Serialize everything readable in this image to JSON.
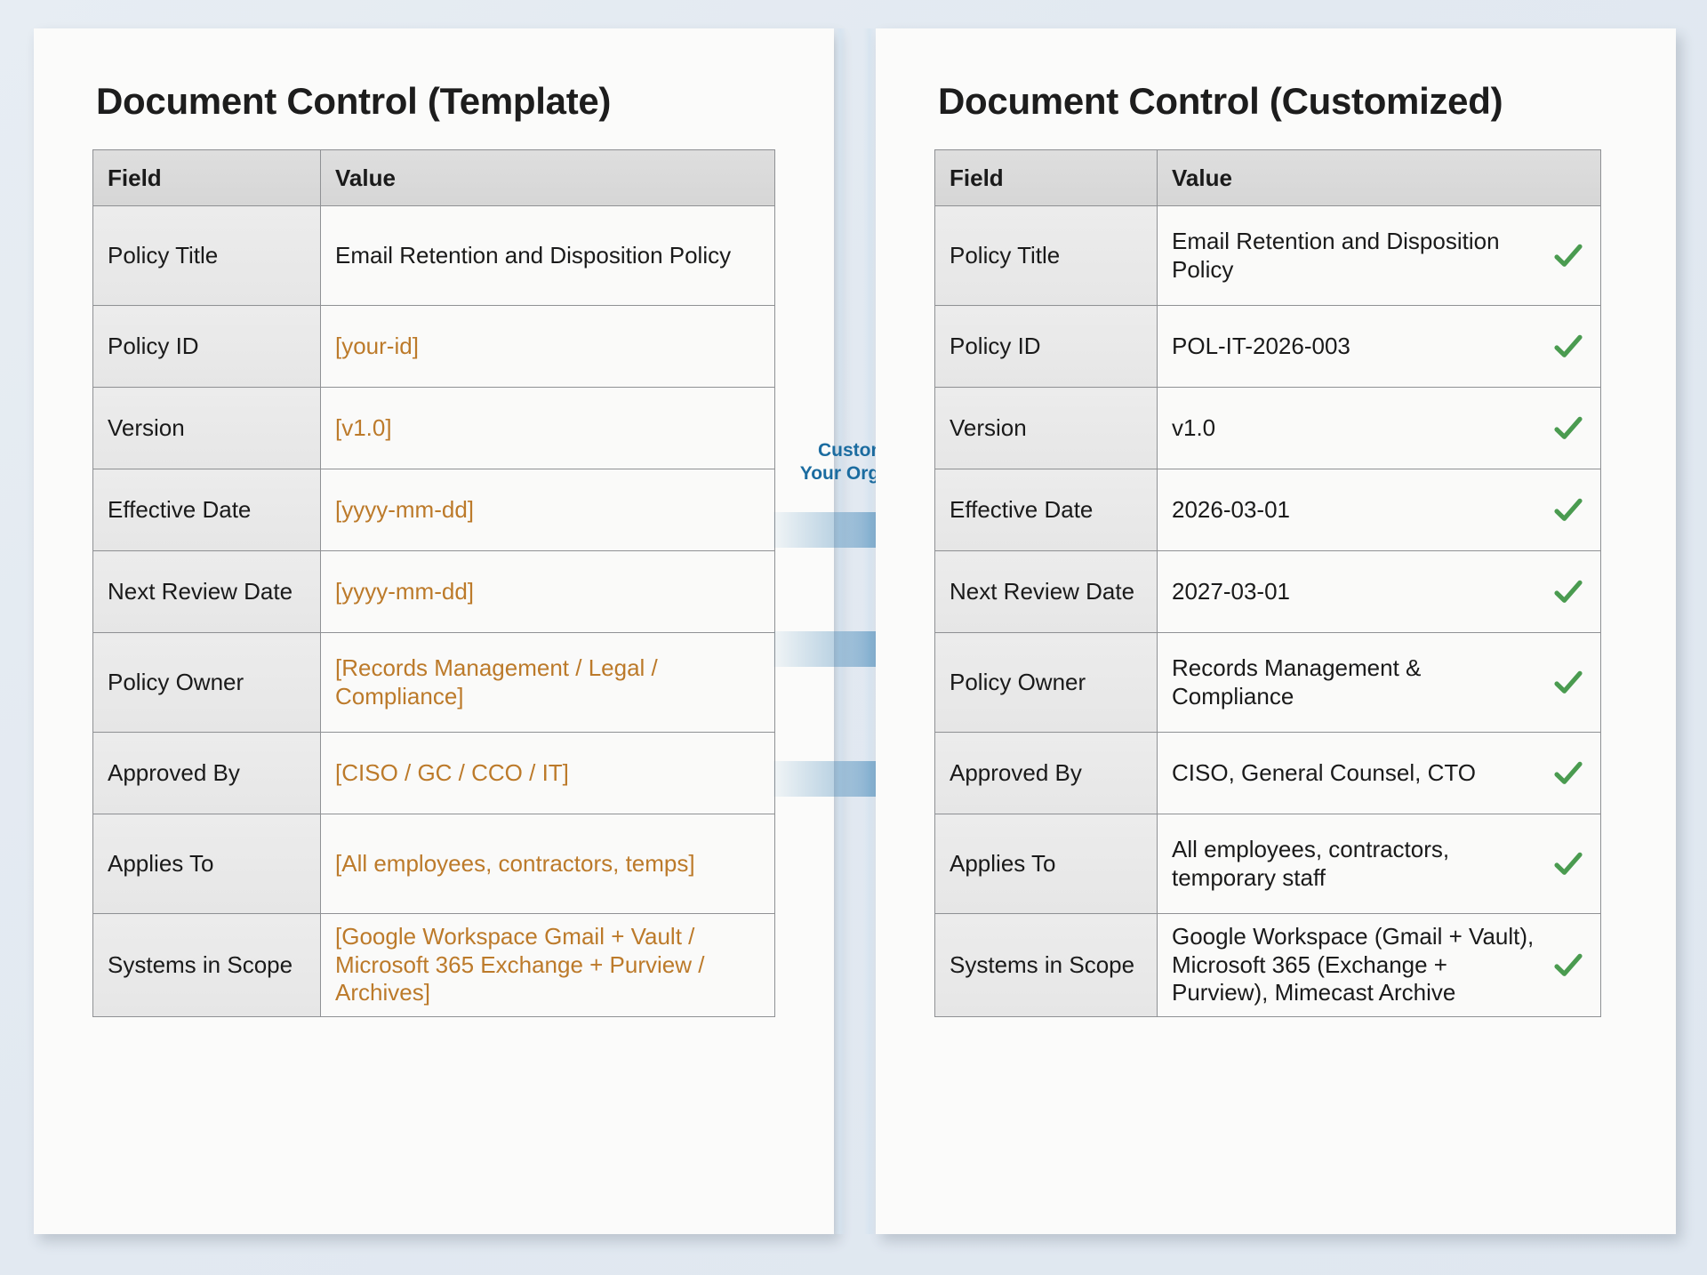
{
  "background_color": "#e4eaf1",
  "panels": {
    "left": {
      "title": "Document Control (Template)",
      "columns": [
        "Field",
        "Value"
      ],
      "placeholder_color": "#bc7a2a",
      "rows": [
        {
          "field": "Policy Title",
          "value": "Email Retention and Disposition Policy",
          "placeholder": false
        },
        {
          "field": "Policy ID",
          "value": "[your-id]",
          "placeholder": true
        },
        {
          "field": "Version",
          "value": "[v1.0]",
          "placeholder": true
        },
        {
          "field": "Effective Date",
          "value": "[yyyy-mm-dd]",
          "placeholder": true
        },
        {
          "field": "Next Review Date",
          "value": "[yyyy-mm-dd]",
          "placeholder": true
        },
        {
          "field": "Policy Owner",
          "value": "[Records Management / Legal / Compliance]",
          "placeholder": true
        },
        {
          "field": "Approved By",
          "value": "[CISO / GC / CCO / IT]",
          "placeholder": true
        },
        {
          "field": "Applies To",
          "value": "[All employees, contractors, temps]",
          "placeholder": true
        },
        {
          "field": "Systems in Scope",
          "value": "[Google Workspace Gmail + Vault / Microsoft 365 Exchange + Purview / Archives]",
          "placeholder": true
        }
      ]
    },
    "right": {
      "title": "Document Control (Customized)",
      "columns": [
        "Field",
        "Value"
      ],
      "check_color": "#4a9b50",
      "rows": [
        {
          "field": "Policy Title",
          "value": "Email Retention and Disposition Policy",
          "checked": true
        },
        {
          "field": "Policy ID",
          "value": "POL-IT-2026-003",
          "checked": true
        },
        {
          "field": "Version",
          "value": "v1.0",
          "checked": true
        },
        {
          "field": "Effective Date",
          "value": "2026-03-01",
          "checked": true
        },
        {
          "field": "Next Review Date",
          "value": "2027-03-01",
          "checked": true
        },
        {
          "field": "Policy Owner",
          "value": "Records Management & Compliance",
          "checked": true
        },
        {
          "field": "Approved By",
          "value": "CISO, General Counsel, CTO",
          "checked": true
        },
        {
          "field": "Applies To",
          "value": "All employees, contractors, temporary staff",
          "checked": true
        },
        {
          "field": "Systems in Scope",
          "value": "Google Workspace (Gmail + Vault), Microsoft 365 (Exchange + Purview), Mimecast Archive",
          "checked": true
        }
      ]
    }
  },
  "connector": {
    "label_line1": "Customize for",
    "label_line2": "Your Organization",
    "label_color": "#1b6ca0",
    "arrow_color": "#2e7ab0",
    "arrow_count": 3,
    "icon": "arrow-right-icon"
  }
}
